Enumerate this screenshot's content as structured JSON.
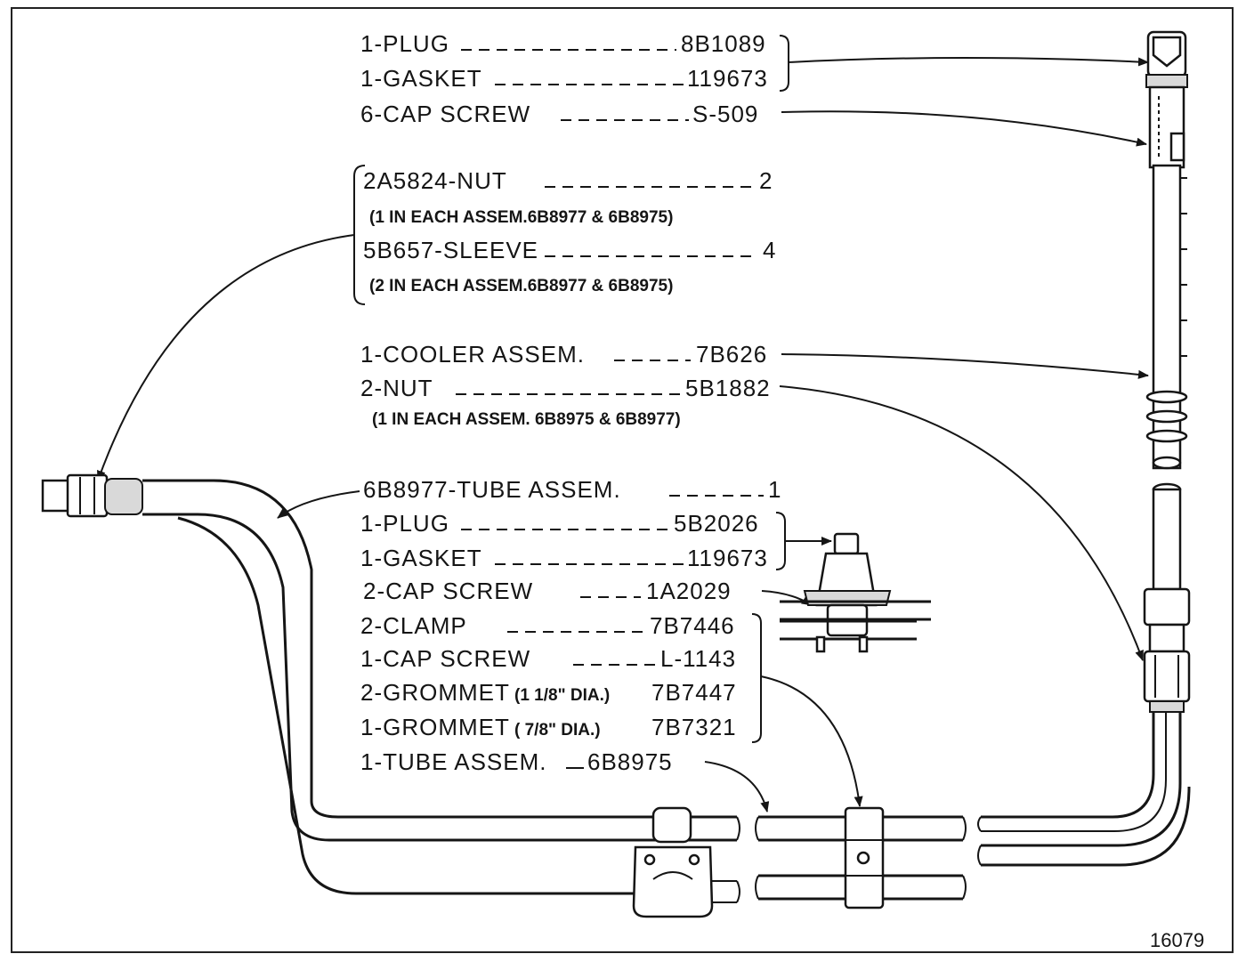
{
  "labels": {
    "plug_top": "1-PLUG",
    "plug_top_pn": "8B1089",
    "gasket_top": "1-GASKET",
    "gasket_top_pn": "119673",
    "cap_screw_6": "6-CAP SCREW",
    "cap_screw_6_pn": "S-509",
    "nut_2a": "2A5824-NUT",
    "nut_2a_qty": "2",
    "nut_2a_note": "(1 IN EACH ASSEM.6B8977 & 6B8975)",
    "sleeve": "5B657-SLEEVE",
    "sleeve_qty": "4",
    "sleeve_note": "(2 IN EACH ASSEM.6B8977 & 6B8975)",
    "cooler": "1-COOLER ASSEM.",
    "cooler_pn": "7B626",
    "nut_2": "2-NUT",
    "nut_2_pn": "5B1882",
    "nut_2_note": "(1 IN EACH ASSEM. 6B8975 & 6B8977)",
    "tube_6b8977": "6B8977-TUBE ASSEM.",
    "tube_6b8977_qty": "1",
    "plug_mid": "1-PLUG",
    "plug_mid_pn": "5B2026",
    "gasket_mid": "1-GASKET",
    "gasket_mid_pn": "119673",
    "cap_screw_2": "2-CAP SCREW",
    "cap_screw_2_pn": "1A2029",
    "clamp": "2-CLAMP",
    "clamp_pn": "7B7446",
    "cap_screw_1": "1-CAP SCREW",
    "cap_screw_1_pn": "L-1143",
    "grommet_large": "2-GROMMET",
    "grommet_large_dia": "(1 1/8\" DIA.)",
    "grommet_large_pn": "7B7447",
    "grommet_small": "1-GROMMET",
    "grommet_small_dia": "( 7/8\" DIA.)",
    "grommet_small_pn": "7B7321",
    "tube_6b8975": "1-TUBE ASSEM.",
    "tube_6b8975_pn": "6B8975"
  },
  "figure_number": "16079"
}
